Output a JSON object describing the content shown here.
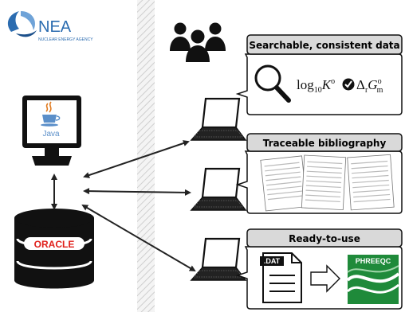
{
  "nea": {
    "name": "NEA",
    "subtitle": "NUCLEAR ENERGY AGENCY"
  },
  "java": {
    "label": "Java"
  },
  "oracle": {
    "label": "ORACLE"
  },
  "features": [
    {
      "title": "Searchable, consistent data"
    },
    {
      "title": "Traceable bibliography"
    },
    {
      "title": "Ready-to-use"
    }
  ],
  "formula": {
    "log": "log",
    "log_sub": "10",
    "k": "K",
    "k_sup": "o",
    "delta": "Δ",
    "delta_sub": "r",
    "g": "G",
    "g_sup": "o",
    "g_sub": "m"
  },
  "file": {
    "ext": ".DAT"
  },
  "phreeqc": {
    "label": "PHREEQC"
  },
  "colors": {
    "nea_blue": "#2b6cb0",
    "oracle_red": "#e0201b",
    "java_blue": "#5b8fc9",
    "java_orange": "#e07a1f",
    "phreeqc_green": "#1f8a3a",
    "title_bar": "#d9d9d9"
  }
}
